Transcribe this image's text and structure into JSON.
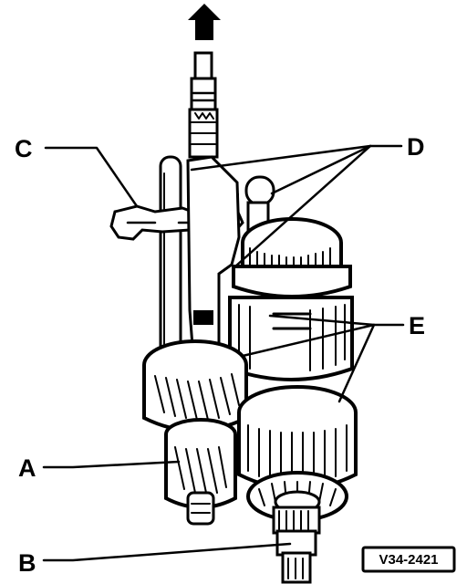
{
  "callouts": {
    "A": "A",
    "B": "B",
    "C": "C",
    "D": "D",
    "E": "E"
  },
  "reference": "V34-2421",
  "direction_icon": "arrow-up-icon"
}
